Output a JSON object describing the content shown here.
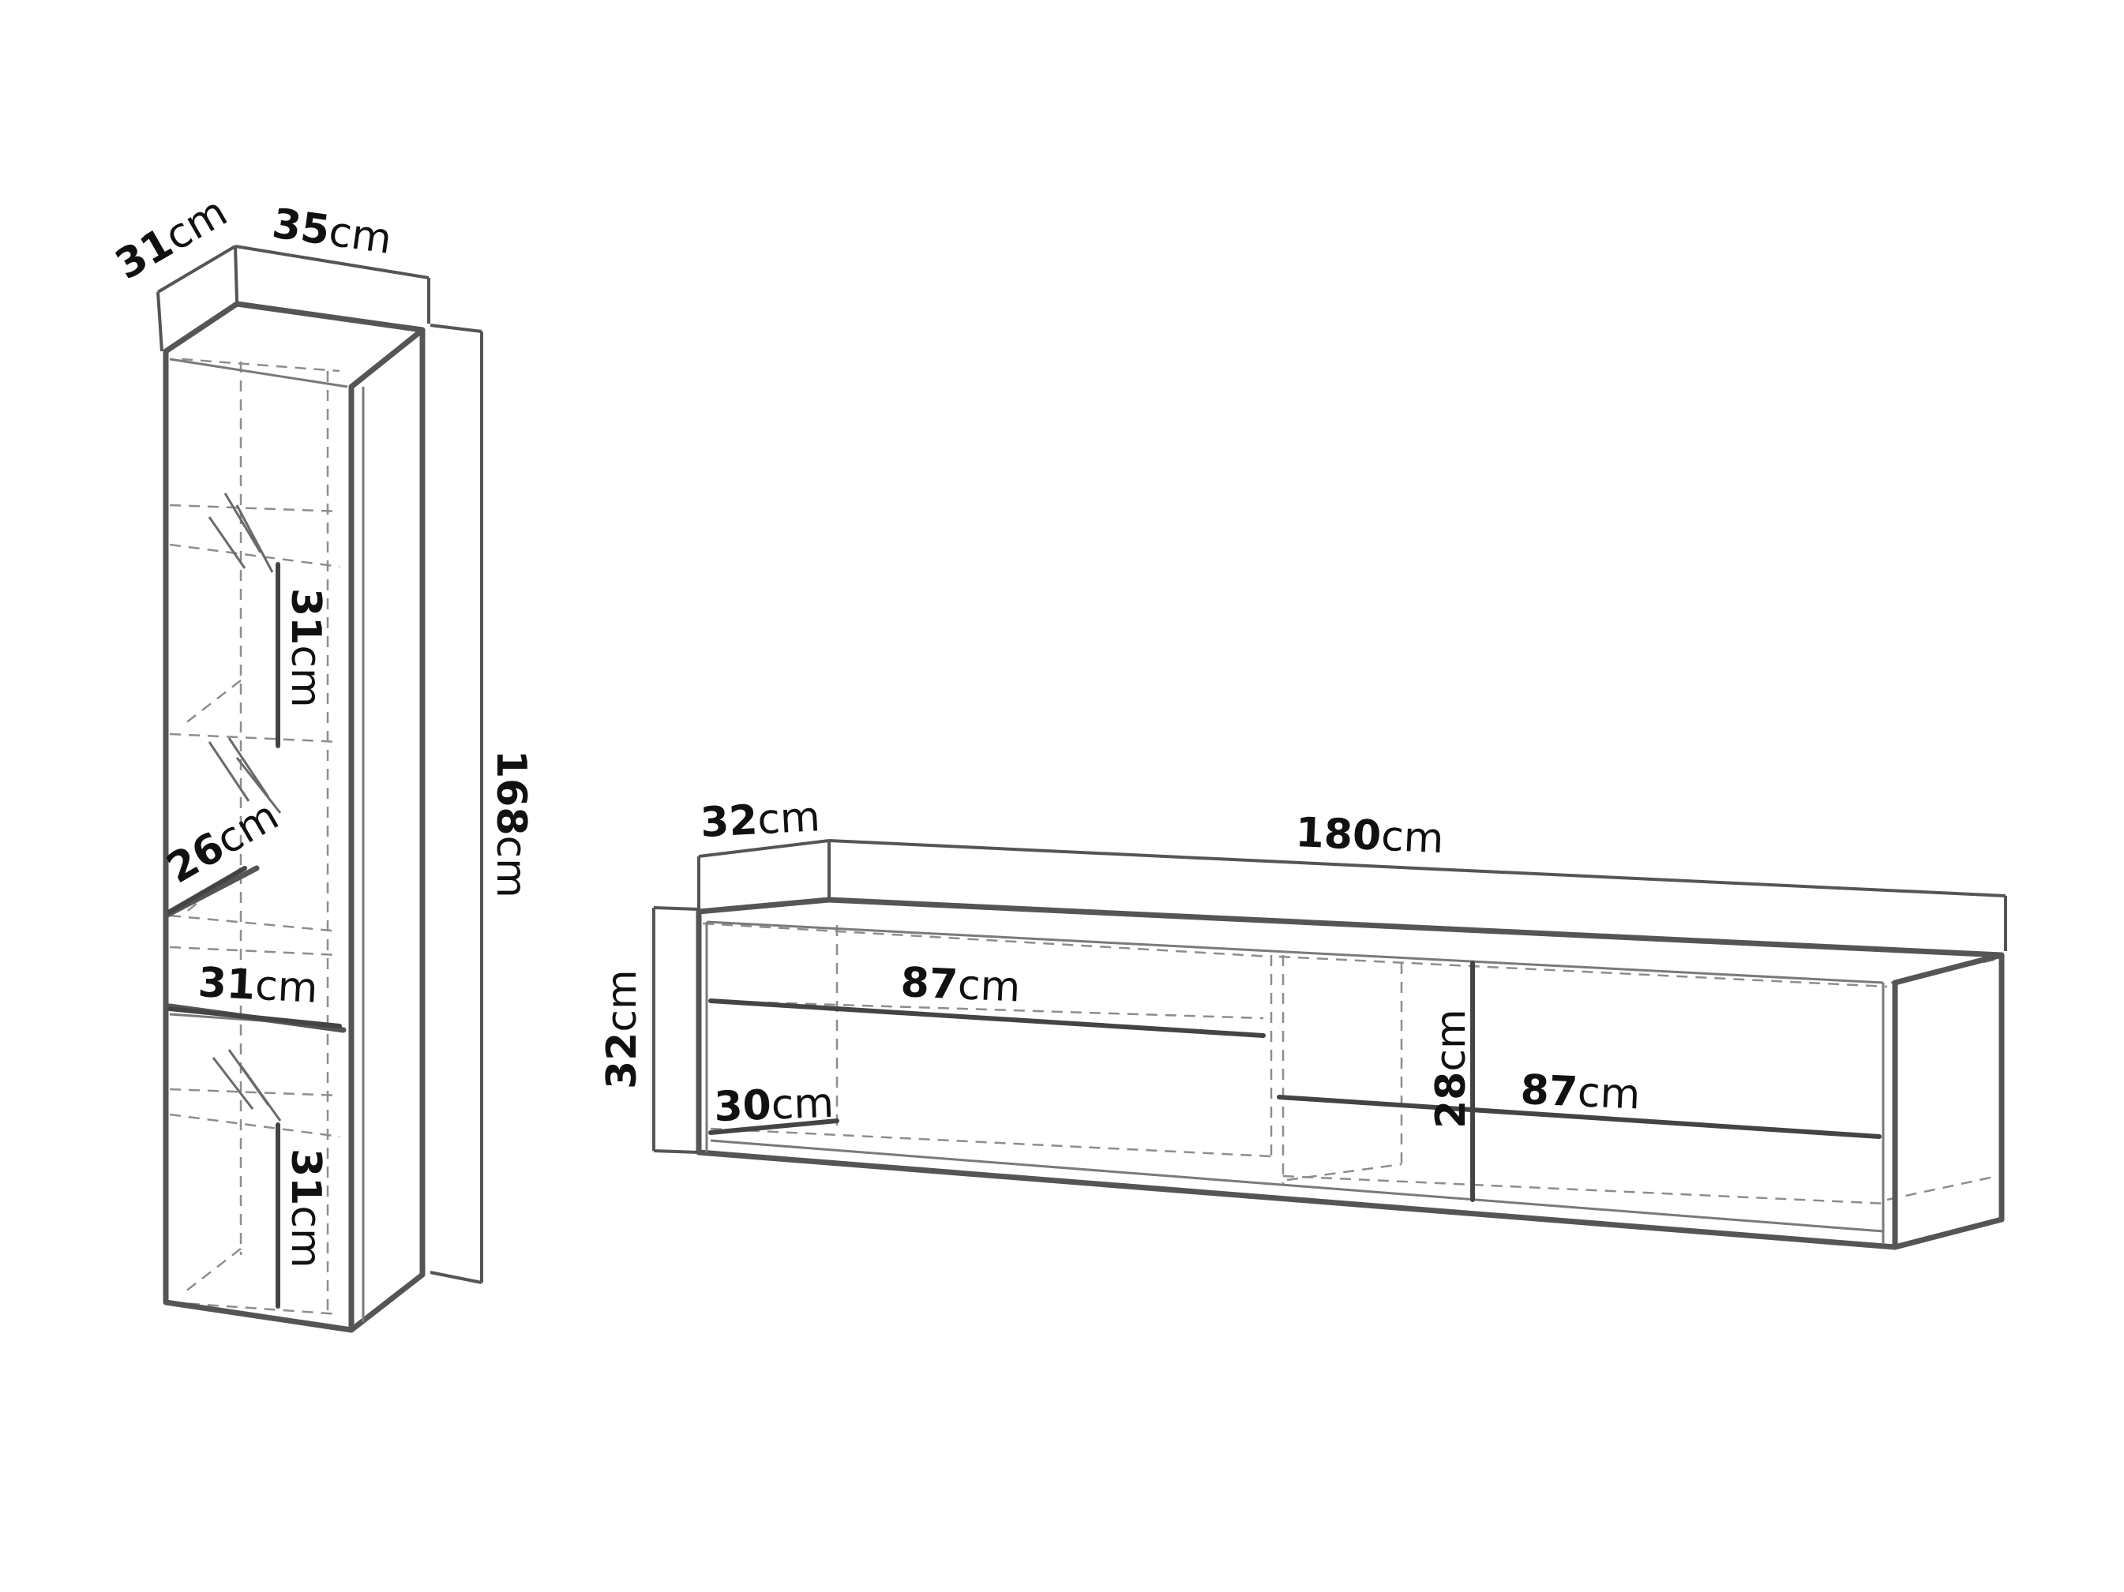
{
  "dimensions": {
    "tall_depth": {
      "value": "31",
      "unit": "cm"
    },
    "tall_width": {
      "value": "35",
      "unit": "cm"
    },
    "tall_height": {
      "value": "168",
      "unit": "cm"
    },
    "tall_upper_height": {
      "value": "31",
      "unit": "cm"
    },
    "tall_shelf_depth": {
      "value": "26",
      "unit": "cm"
    },
    "tall_inner_width": {
      "value": "31",
      "unit": "cm"
    },
    "tall_lower_height": {
      "value": "31",
      "unit": "cm"
    },
    "low_depth": {
      "value": "32",
      "unit": "cm"
    },
    "low_width": {
      "value": "180",
      "unit": "cm"
    },
    "low_height": {
      "value": "32",
      "unit": "cm"
    },
    "low_left_width": {
      "value": "87",
      "unit": "cm"
    },
    "low_shelf_depth": {
      "value": "30",
      "unit": "cm"
    },
    "low_inner_height": {
      "value": "28",
      "unit": "cm"
    },
    "low_right_width": {
      "value": "87",
      "unit": "cm"
    }
  }
}
